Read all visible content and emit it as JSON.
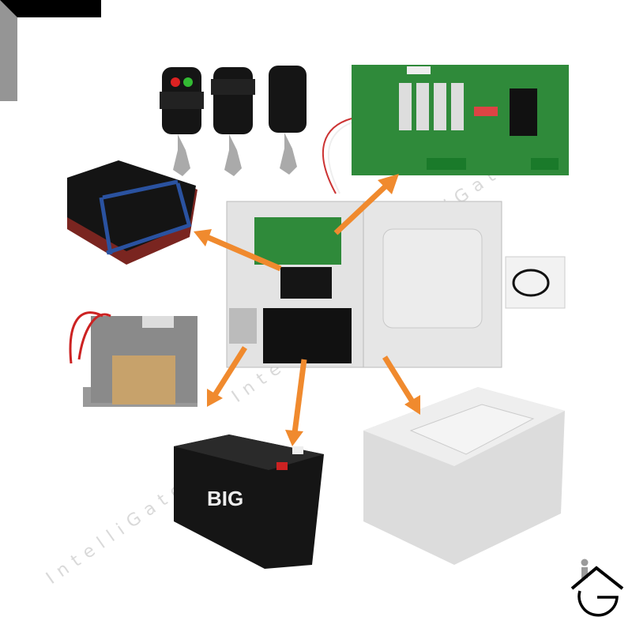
{
  "watermark": "IntelliGate",
  "battery_brand": "BIG",
  "logo": {
    "name": "IntelliGate"
  },
  "colors": {
    "arrow": "#f08a2e",
    "pcb": "#2f8a3a",
    "enclosure": "#e6e6e6",
    "logo_gray": "#9a9a9a"
  }
}
